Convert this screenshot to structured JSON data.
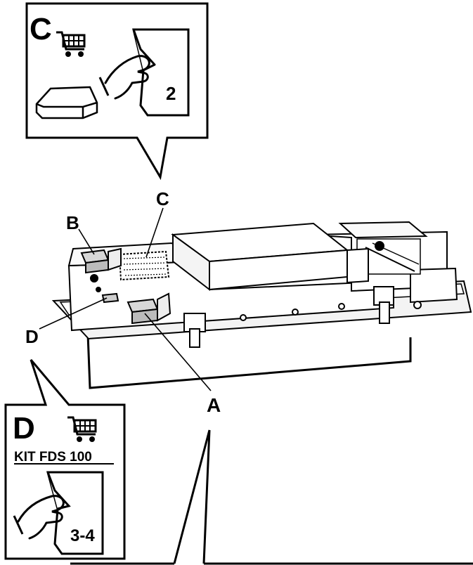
{
  "callouts": {
    "C": {
      "letter": "C",
      "page_ref": "2"
    },
    "D": {
      "letter": "D",
      "kit": "KIT FDS 100",
      "page_ref": "3-4"
    }
  },
  "labels": {
    "A": "A",
    "B": "B",
    "C": "C",
    "D": "D"
  },
  "icons": [
    "cart-icon",
    "hand-page-icon",
    "box-icon"
  ],
  "colors": {
    "ink": "#000000",
    "paper": "#ffffff",
    "shade": "#d8d8d8"
  }
}
